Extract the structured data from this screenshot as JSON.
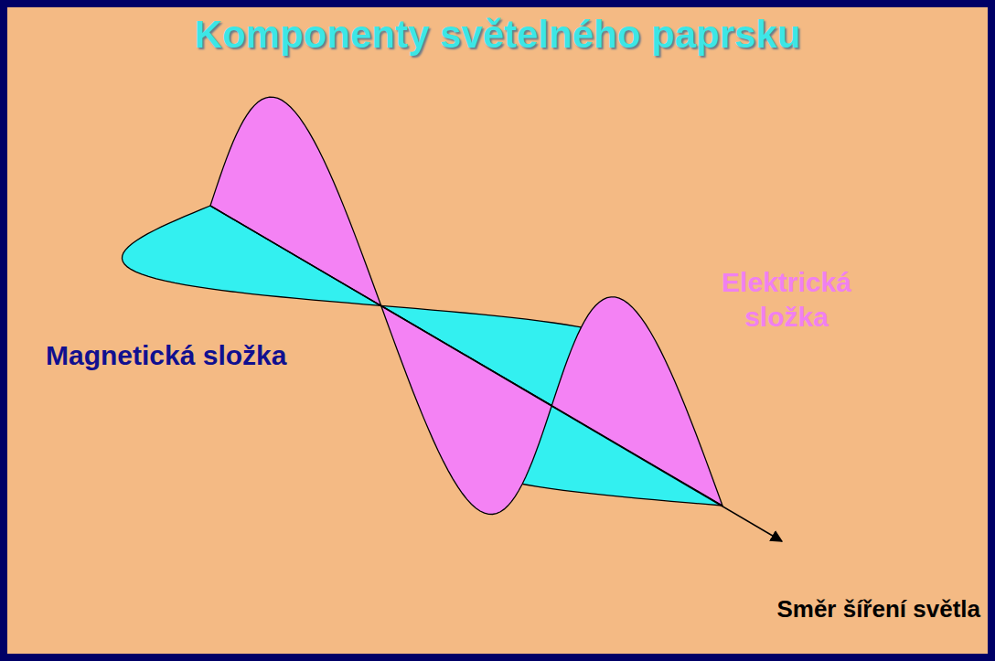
{
  "diagram": {
    "title": "Komponenty světelného paprsku",
    "labels": [
      "Elektrická složka",
      "Magnetická složka",
      "Směr šíření světla"
    ]
  }
}
